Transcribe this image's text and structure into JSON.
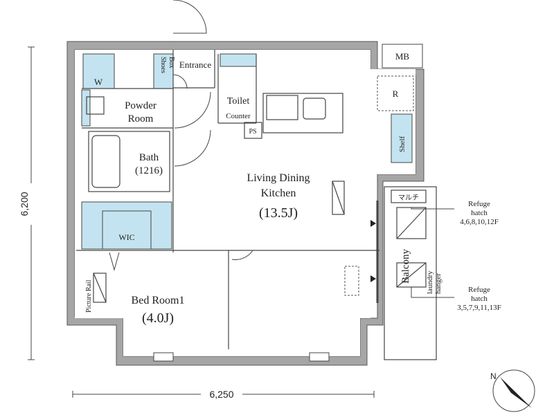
{
  "colors": {
    "wall": "#a6a6a6",
    "line": "#333333",
    "storage": "#c4e3f0",
    "background": "#ffffff"
  },
  "rooms": {
    "washer": "W",
    "shoes_box": [
      "Shoes",
      "Box"
    ],
    "entrance": "Entrance",
    "toilet": "Toilet",
    "counter": "Counter",
    "ps": "PS",
    "powder_room": [
      "Powder",
      "Room"
    ],
    "bath": [
      "Bath",
      "(1216)"
    ],
    "wic": "WIC",
    "ldk": [
      "Living Dining",
      "Kitchen",
      "(13.5J)"
    ],
    "bedroom1": [
      "Bed Room1",
      "(4.0J)"
    ],
    "picture_rail": "Picture Rail",
    "mb": "MB",
    "refrigerator": "R",
    "shelf": "Shelf",
    "multi": "マルチ",
    "balcony": "Balcony",
    "laundry_hanger": [
      "laundry",
      "hanger"
    ]
  },
  "annotations": {
    "refuge_hatch_upper": [
      "Refuge",
      "hatch",
      "4,6,8,10,12F"
    ],
    "refuge_hatch_lower": [
      "Refuge",
      "hatch",
      "3,5,7,9,11,13F"
    ]
  },
  "dimensions": {
    "height": "6,200",
    "width": "6,250"
  },
  "compass": {
    "label": "N",
    "icon": "north-arrow-icon"
  }
}
